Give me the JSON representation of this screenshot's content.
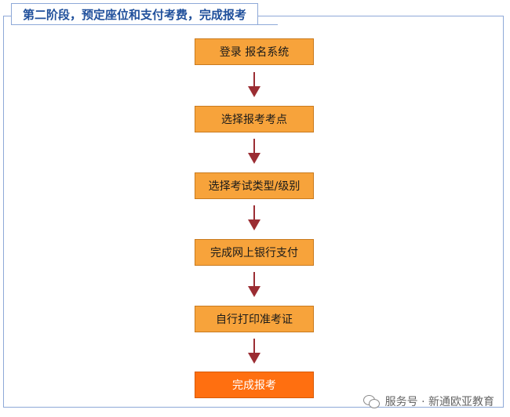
{
  "header": {
    "title": "第二阶段，预定座位和支付考费，完成报考"
  },
  "steps": [
    {
      "label": "登录 报名系统"
    },
    {
      "label": "选择报考考点"
    },
    {
      "label": "选择考试类型/级别"
    },
    {
      "label": "完成网上银行支付"
    },
    {
      "label": "自行打印准考证"
    },
    {
      "label": "完成报考"
    }
  ],
  "watermark": {
    "text": "服务号 · 新通欧亚教育"
  },
  "colors": {
    "step_fill": "#f7a33b",
    "final_step_fill": "#ff6f10",
    "arrow": "#9b2d33",
    "frame_border": "#8ea9d8",
    "title_text": "#1f4f9b"
  }
}
